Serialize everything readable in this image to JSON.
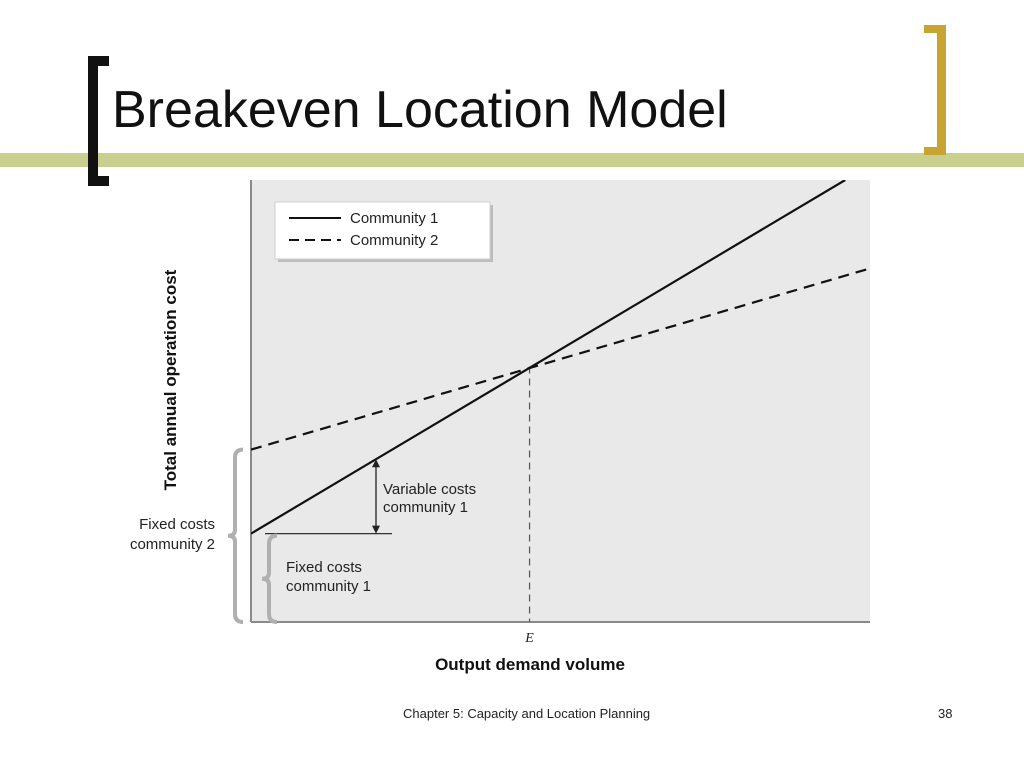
{
  "slide": {
    "title": "Breakeven Location Model",
    "accent_color": "#c8a432",
    "band_color": "#c9cf8e",
    "footer": {
      "chapter": "Chapter 5: Capacity and Location Planning",
      "page": "38"
    }
  },
  "chart_data": {
    "type": "line",
    "xlabel": "Output demand volume",
    "ylabel": "Total annual operation cost",
    "xlim": [
      0,
      10
    ],
    "ylim": [
      0,
      10
    ],
    "grid": false,
    "legend_position": "top-left",
    "background": "#e9e9e9",
    "series": [
      {
        "name": "Community 1",
        "style": "solid",
        "x": [
          0,
          9.6
        ],
        "y": [
          2,
          10
        ],
        "color": "#111111"
      },
      {
        "name": "Community 2",
        "style": "dashed",
        "x": [
          0,
          10
        ],
        "y": [
          3.9,
          8.0
        ],
        "color": "#111111"
      }
    ],
    "breakeven": {
      "label": "E",
      "x": 4.5,
      "y": 5.78
    },
    "annotations": {
      "variable_costs": [
        "Variable costs",
        "community 1"
      ],
      "fixed_costs_1": [
        "Fixed costs",
        "community 1"
      ],
      "fixed_costs_2": [
        "Fixed costs",
        "community 2"
      ]
    }
  }
}
